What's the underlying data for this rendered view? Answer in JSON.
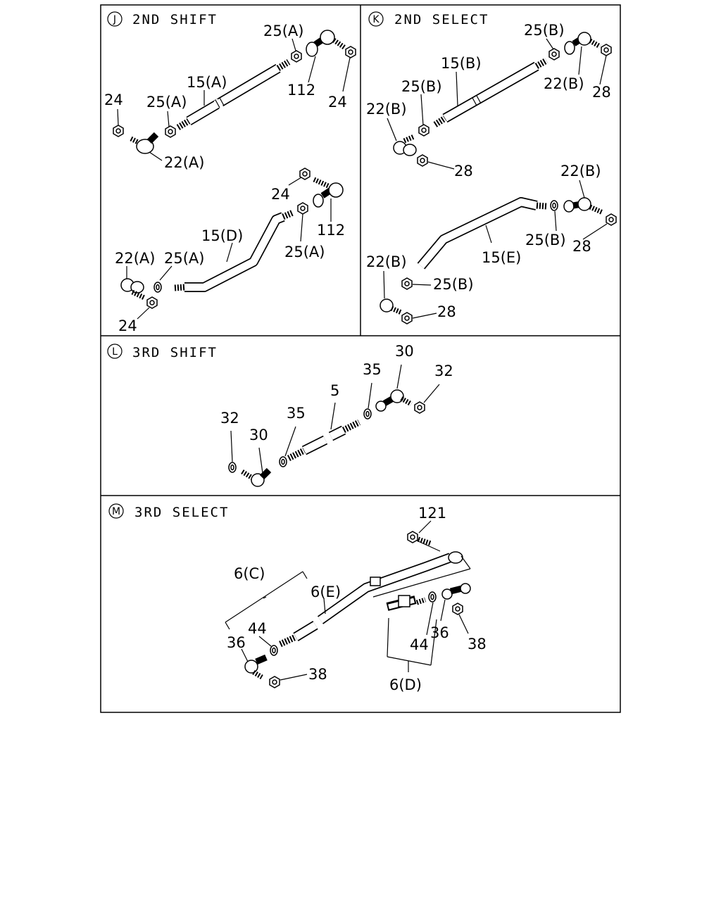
{
  "panels": [
    {
      "letter": "J",
      "title": "2ND SHIFT"
    },
    {
      "letter": "K",
      "title": "2ND SELECT"
    },
    {
      "letter": "L",
      "title": "3RD SHIFT"
    },
    {
      "letter": "M",
      "title": "3RD SELECT"
    }
  ],
  "labels": {
    "j_25a_top": "25(A)",
    "j_112_top": "112",
    "j_24_topright": "24",
    "j_15a": "15(A)",
    "j_24_left": "24",
    "j_25a_mid": "25(A)",
    "j_22a_top": "22(A)",
    "j_24_mid": "24",
    "j_112_mid": "112",
    "j_15d": "15(D)",
    "j_25a_right": "25(A)",
    "j_22a_bottom": "22(A)",
    "j_25a_bottom": "25(A)",
    "j_24_bottom": "24",
    "k_25b_top": "25(B)",
    "k_15b": "15(B)",
    "k_22b_topright": "22(B)",
    "k_28_topright": "28",
    "k_25b_mid": "25(B)",
    "k_22b_left": "22(B)",
    "k_28_mid": "28",
    "k_22b_right": "22(B)",
    "k_25b_right": "25(B)",
    "k_28_right": "28",
    "k_15e": "15(E)",
    "k_22b_bottom": "22(B)",
    "k_25b_bottom": "25(B)",
    "k_28_bottom": "28",
    "l_30_top": "30",
    "l_35_top": "35",
    "l_32_top": "32",
    "l_5": "5",
    "l_35_mid": "35",
    "l_32_left": "32",
    "l_30_left": "30",
    "m_121": "121",
    "m_6c": "6(C)",
    "m_6e": "6(E)",
    "m_44_left": "44",
    "m_36_left": "36",
    "m_38_left": "38",
    "m_36_right": "36",
    "m_44_right": "44",
    "m_38_right": "38",
    "m_6d": "6(D)"
  }
}
